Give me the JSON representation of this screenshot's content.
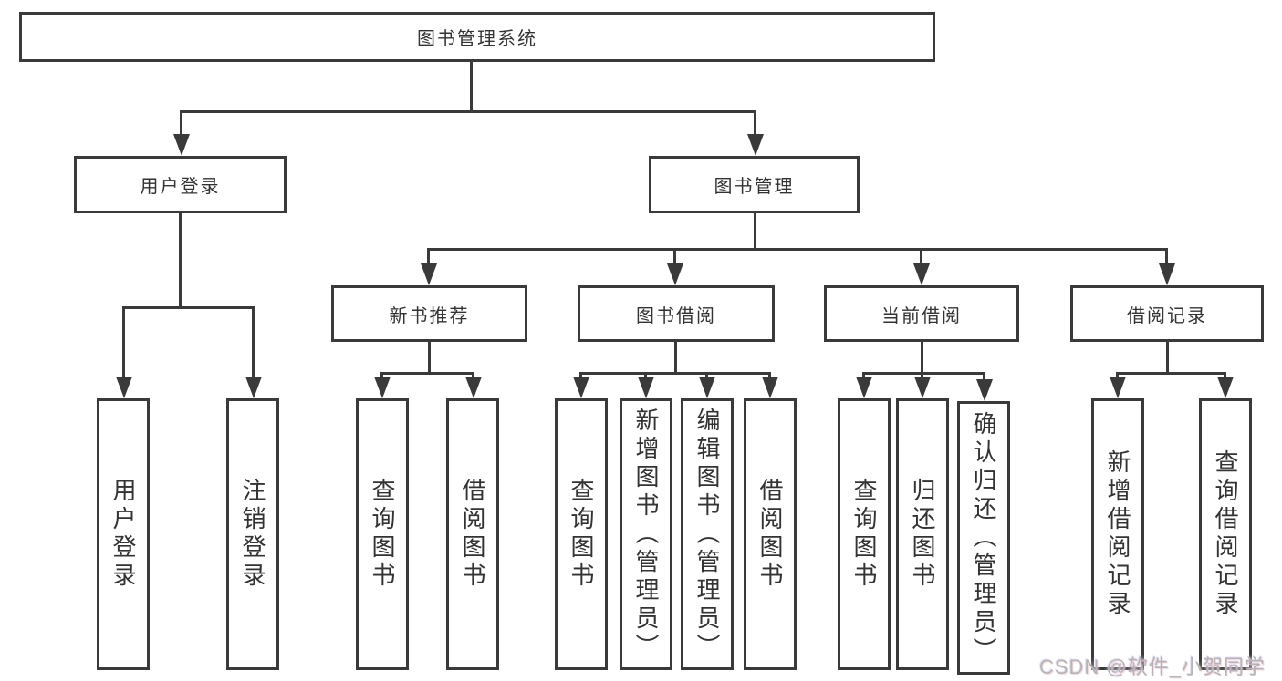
{
  "tree": {
    "label": "图书管理系统",
    "children": [
      {
        "label": "用户登录",
        "children": [
          {
            "label": "用户登录"
          },
          {
            "label": "注销登录"
          }
        ]
      },
      {
        "label": "图书管理",
        "children": [
          {
            "label": "新书推荐",
            "children": [
              {
                "label": "查询图书"
              },
              {
                "label": "借阅图书"
              }
            ]
          },
          {
            "label": "图书借阅",
            "children": [
              {
                "label": "查询图书"
              },
              {
                "label": "新增图书（管理员）"
              },
              {
                "label": "编辑图书（管理员）"
              },
              {
                "label": "借阅图书"
              }
            ]
          },
          {
            "label": "当前借阅",
            "children": [
              {
                "label": "查询图书"
              },
              {
                "label": "归还图书"
              },
              {
                "label": "确认归还（管理员）"
              }
            ]
          },
          {
            "label": "借阅记录",
            "children": [
              {
                "label": "新增借阅记录"
              },
              {
                "label": "查询借阅记录"
              }
            ]
          }
        ]
      }
    ]
  },
  "watermark": {
    "text": "CSDN @软件_小贺同学"
  },
  "colors": {
    "line": "#3a3a3a",
    "text": "#333333",
    "background": "#ffffff",
    "watermark": "#b5b5b5"
  }
}
